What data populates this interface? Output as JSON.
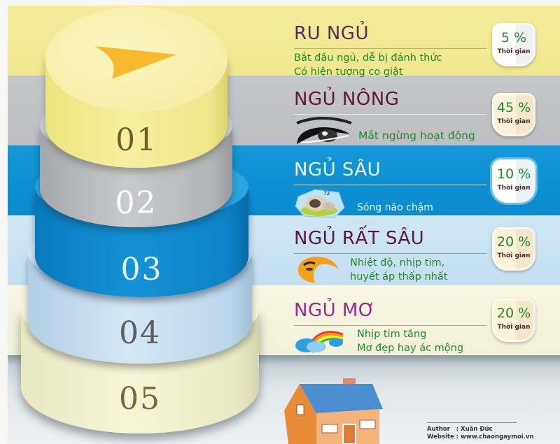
{
  "colors": {
    "band_1": "#f1ea95",
    "band_2": "#c4c5c7",
    "band_3": "#0b8fd4",
    "band_4": "#c9e2f2",
    "band_5": "#f6f4dc",
    "title_purple": "#5a2a5e",
    "title_maroon": "#5a1a3a",
    "title_magenta": "#9a2a8e",
    "desc_green": "#1e8a2a",
    "pct_green": "#1f8a2a"
  },
  "stages": [
    {
      "number": "01",
      "title": "RU NGỦ",
      "description_lines": [
        "Bắt đầu ngủ, dễ bị đánh thức",
        "Có hiện tượng co giật"
      ],
      "icon": "play-arrow-icon",
      "percent": "5 %",
      "percent_label": "Thời gian"
    },
    {
      "number": "02",
      "title": "NGỦ NÔNG",
      "description_lines": [
        "Mắt ngừng hoạt động"
      ],
      "icon": "eye-icon",
      "percent": "45 %",
      "percent_label": "Thời gian"
    },
    {
      "number": "03",
      "title": "NGỦ SÂU",
      "description_lines": [
        "Sóng não chậm"
      ],
      "icon": "sleeping-cat-icon",
      "percent": "10 %",
      "percent_label": "Thời gian"
    },
    {
      "number": "04",
      "title": "NGỦ RẤT SÂU",
      "description_lines": [
        "Nhiệt độ, nhịp tim,",
        "huyết áp thấp nhất"
      ],
      "icon": "sleeping-moon-icon",
      "percent": "20 %",
      "percent_label": "Thời gian"
    },
    {
      "number": "05",
      "title": "NGỦ MƠ",
      "description_lines": [
        "Nhịp tim tăng",
        "Mơ đẹp hay ác mộng"
      ],
      "icon": "rainbow-cloud-icon",
      "percent": "20 %",
      "percent_label": "Thời gian"
    }
  ],
  "footer": {
    "author": "Author   : Xuân Đức",
    "website": "Website : www.chaongaymoi.vn",
    "icon": "house-icon"
  }
}
